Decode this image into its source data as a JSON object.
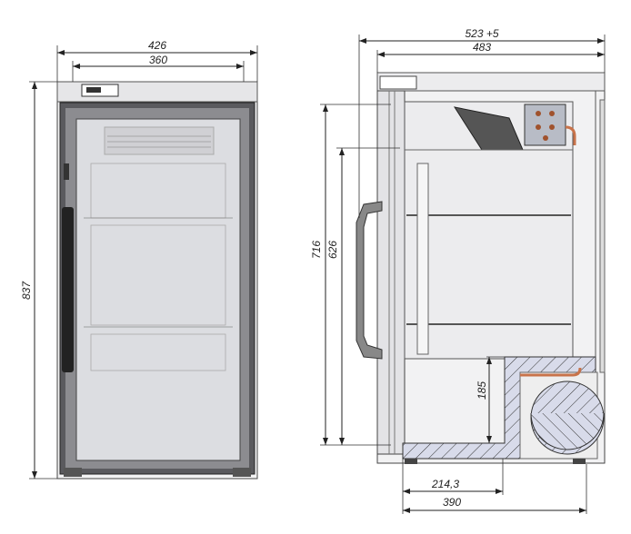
{
  "title": "Refrigerator cabinet dimension drawing",
  "front_view": {
    "width_outer": "426",
    "width_inner": "360",
    "height_total": "837"
  },
  "side_view": {
    "depth_with_handle": "523 +5",
    "depth_body": "483",
    "interior_height": "716",
    "shelf_zone_height": "626",
    "compressor_height": "185",
    "compressor_step_depth": "214,3",
    "base_depth": "390"
  },
  "colors": {
    "line": "#222222",
    "panel": "#e8e8ea",
    "glass": "#d9dade",
    "hatch_fill": "#d8dbea",
    "copper": "#c8734a"
  }
}
